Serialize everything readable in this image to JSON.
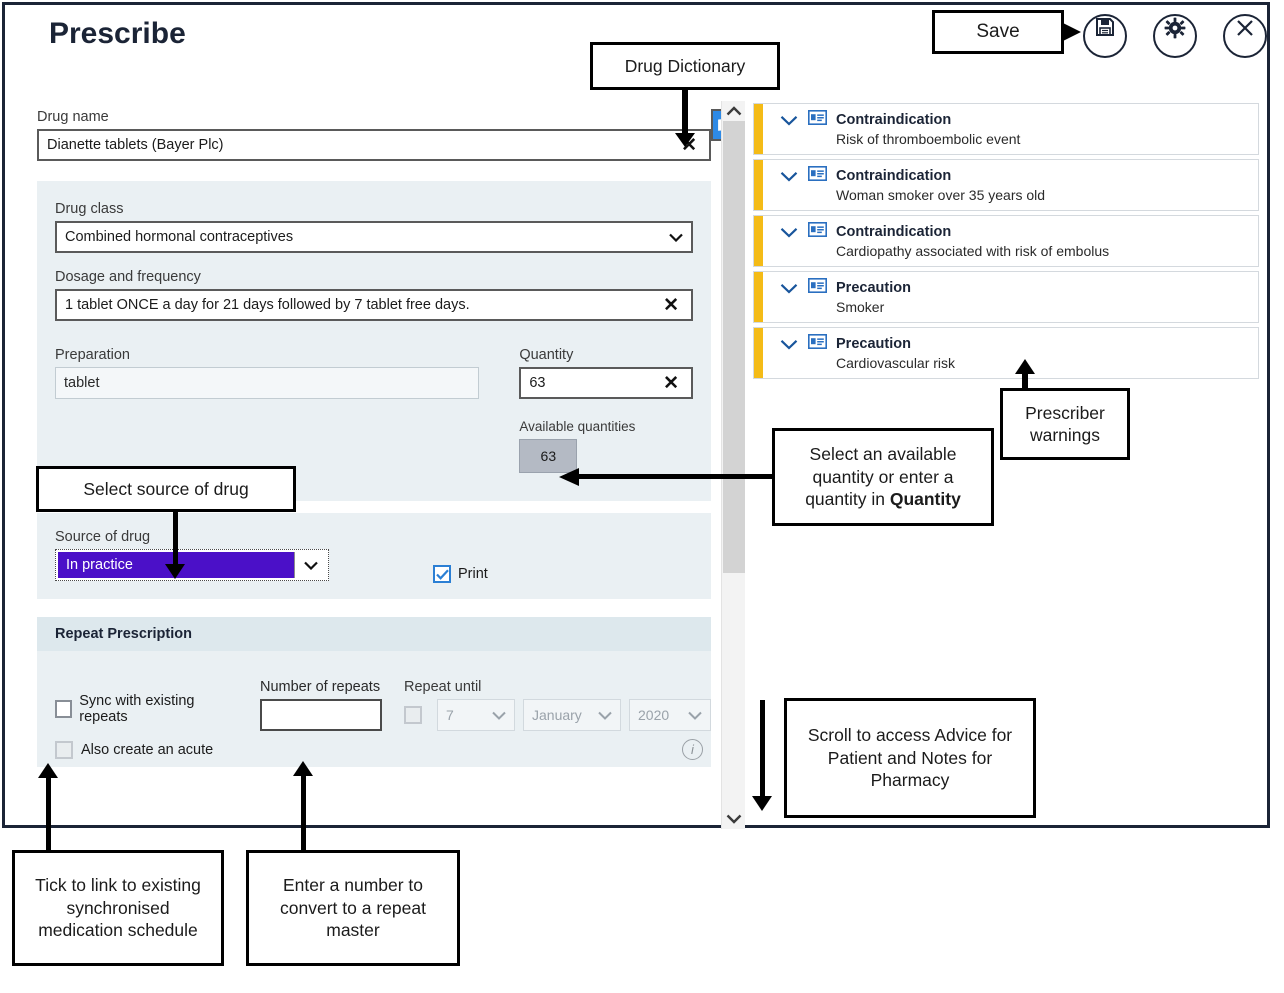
{
  "header": {
    "title": "Prescribe",
    "icons": [
      {
        "name": "save-icon",
        "label": "Save"
      },
      {
        "name": "settings-gear-icon",
        "label": "Settings"
      },
      {
        "name": "close-icon",
        "label": "Close"
      }
    ]
  },
  "form": {
    "drug_name": {
      "label": "Drug name",
      "value": "Dianette tablets (Bayer Plc)",
      "clear": "✕",
      "dictionary_button": "drug-dictionary-icon"
    },
    "drug_class": {
      "label": "Drug class",
      "value": "Combined hormonal contraceptives"
    },
    "dosage": {
      "label": "Dosage and frequency",
      "value": "1 tablet ONCE a day for 21 days followed by 7 tablet free days.",
      "clear": "✕"
    },
    "preparation": {
      "label": "Preparation",
      "value": "tablet"
    },
    "quantity": {
      "label": "Quantity",
      "value": "63",
      "clear": "✕"
    },
    "available_quantities": {
      "label": "Available quantities",
      "options": [
        "63"
      ],
      "selected": "63"
    },
    "source_of_drug": {
      "label": "Source of drug",
      "value": "In practice"
    },
    "print": {
      "label": "Print",
      "checked": true,
      "check_glyph": "✓"
    }
  },
  "repeat_section": {
    "title": "Repeat Prescription",
    "sync": {
      "label": "Sync with existing repeats",
      "checked": false
    },
    "number_of_repeats": {
      "label": "Number of repeats",
      "value": ""
    },
    "repeat_until": {
      "label": "Repeat until",
      "enabled": false,
      "day": "7",
      "month": "January",
      "year": "2020"
    },
    "also_create_acute": {
      "label": "Also create an acute",
      "checked": false,
      "info_glyph": "i"
    }
  },
  "warnings": {
    "items": [
      {
        "type": "Contraindication",
        "detail": "Risk of thromboembolic event"
      },
      {
        "type": "Contraindication",
        "detail": "Woman smoker over 35 years old"
      },
      {
        "type": "Contraindication",
        "detail": "Cardiopathy associated with risk of embolus"
      },
      {
        "type": "Precaution",
        "detail": "Smoker"
      },
      {
        "type": "Precaution",
        "detail": "Cardiovascular risk"
      }
    ],
    "accent_color": "#f4bb17"
  },
  "annotations": {
    "drug_dictionary": "Drug Dictionary",
    "save": "Save",
    "prescriber_warnings": "Prescriber\nwarnings",
    "quantity_hint_pre": "Select an available quantity or enter a quantity in ",
    "quantity_hint_bold": "Quantity",
    "scroll_hint": "Scroll to access Advice for Patient and Notes for Pharmacy",
    "select_source": "Select source of drug",
    "sync_hint": "Tick to link to existing synchronised medication schedule",
    "number_hint": "Enter a number to convert to a repeat master"
  },
  "colors": {
    "window_border": "#1b2436",
    "panel_bg": "#eaf0f3",
    "panel_header_bg": "#dde8ed",
    "accent_blue": "#2e8ae6",
    "select_highlight": "#4b10c8",
    "warning_yellow": "#f4bb17"
  }
}
